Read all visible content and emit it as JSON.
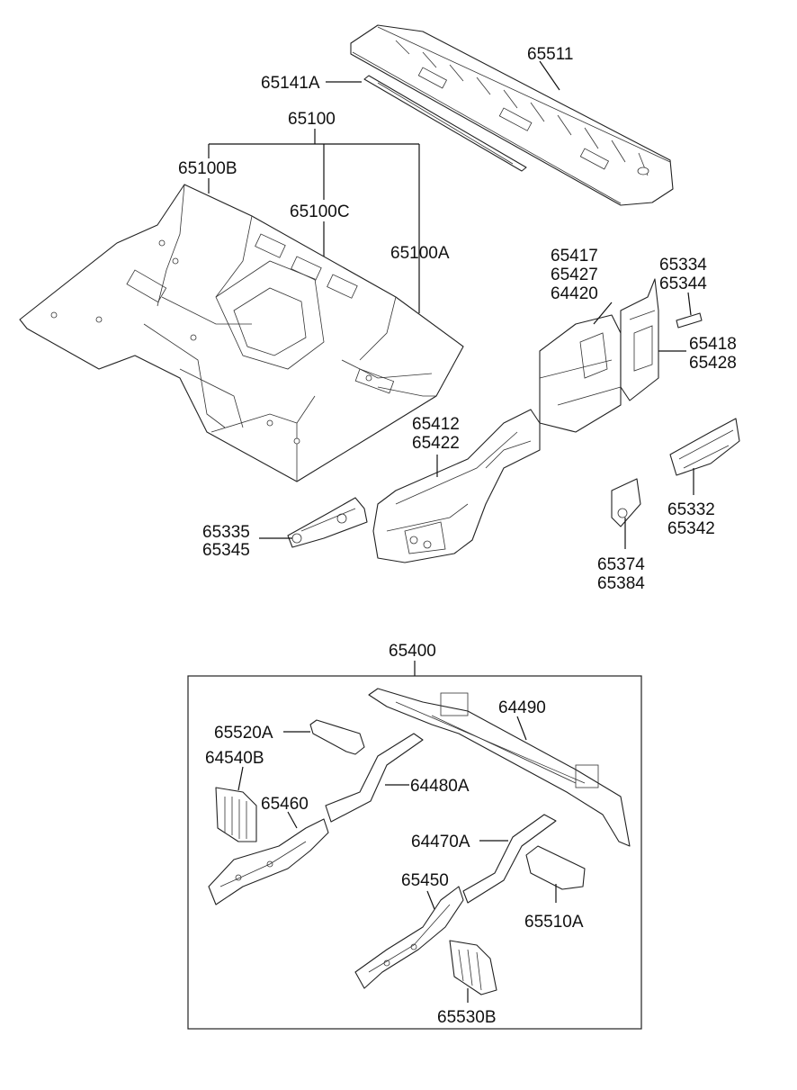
{
  "labels": {
    "p65511": "65511",
    "p65141A": "65141A",
    "p65100": "65100",
    "p65100B": "65100B",
    "p65100C": "65100C",
    "p65100A": "65100A",
    "p65417": "65417",
    "p65427": "65427",
    "p64420": "64420",
    "p65334": "65334",
    "p65344": "65344",
    "p65418": "65418",
    "p65428": "65428",
    "p65412": "65412",
    "p65422": "65422",
    "p65332": "65332",
    "p65342": "65342",
    "p65335": "65335",
    "p65345": "65345",
    "p65374": "65374",
    "p65384": "65384",
    "p65400": "65400",
    "p64490": "64490",
    "p65520A": "65520A",
    "p64540B": "64540B",
    "p64480A": "64480A",
    "p65460": "65460",
    "p64470A": "64470A",
    "p65450": "65450",
    "p65510A": "65510A",
    "p65530B": "65530B"
  }
}
